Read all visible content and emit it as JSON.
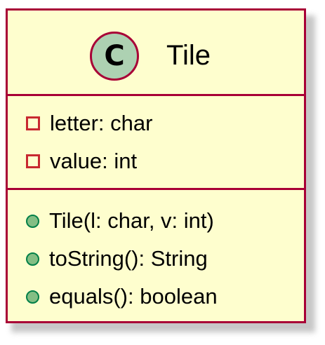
{
  "class": {
    "stereotype_letter": "C",
    "name": "Tile"
  },
  "fields": [
    {
      "visibility": "private",
      "text": "letter: char"
    },
    {
      "visibility": "private",
      "text": "value: int"
    }
  ],
  "methods": [
    {
      "visibility": "public",
      "text": "Tile(l: char, v: int)"
    },
    {
      "visibility": "public",
      "text": "toString(): String"
    },
    {
      "visibility": "public",
      "text": "equals(): boolean"
    }
  ],
  "colors": {
    "background": "#fefece",
    "border": "#a80036",
    "class_circle": "#add1b2",
    "private_icon": "#c82930",
    "public_icon_fill": "#84be84",
    "public_icon_stroke": "#038048"
  }
}
